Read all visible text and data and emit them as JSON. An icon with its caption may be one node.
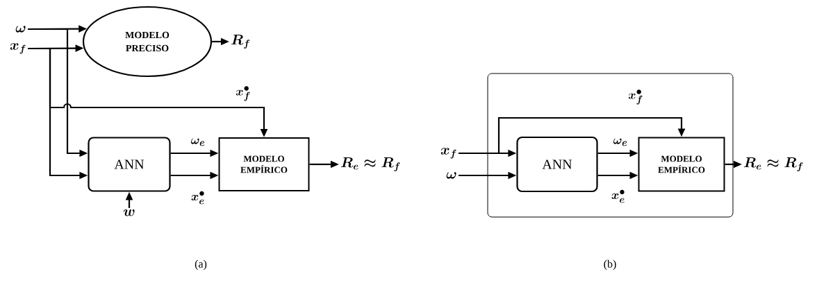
{
  "diagram": {
    "nodes": [
      {
        "text": [
          "\\omega"
        ]
      },
      {
        "text": [
          "x_f"
        ]
      },
      {
        "text": [
          "MODELO PRECISO"
        ]
      },
      {
        "text": [
          "R_f"
        ]
      },
      {
        "text": [
          "ANN"
        ]
      },
      {
        "text": [
          "MODELO EMPÍRICO"
        ]
      },
      {
        "text": [
          "R_e \\approx R_f"
        ]
      },
      {
        "text": [
          "w"
        ]
      },
      {
        "text": [],
        "shape": "box"
      },
      {
        "text": [
          "x_f"
        ]
      },
      {
        "text": [
          "\\omega"
        ]
      },
      {
        "text": [
          "ANN"
        ],
        "in": 8
      },
      {
        "text": [
          "MODELO EMPÍRICO"
        ],
        "in": 8
      },
      {
        "text": [
          "R_e \\approx R_f"
        ]
      }
    ],
    "edges": [
      {
        "from": 0,
        "to": 2,
        "arrow": "to"
      },
      {
        "from": 1,
        "to": 2,
        "arrow": "to"
      },
      {
        "from": 0,
        "to": 4,
        "arrow": "to"
      },
      {
        "from": 1,
        "to": 4,
        "arrow": "to"
      },
      {
        "from": 1,
        "to": 5,
        "arrow": "to",
        "label": "x_f^{\\bullet}"
      },
      {
        "from": 2,
        "to": 3,
        "arrow": "to"
      },
      {
        "from": 4,
        "to": 5,
        "arrow": "to",
        "label": "\\omega_e"
      },
      {
        "from": 4,
        "to": 5,
        "arrow": "to",
        "label": "x_e^{\\bullet}"
      },
      {
        "from": 5,
        "to": 6,
        "arrow": "to"
      },
      {
        "from": 7,
        "to": 4,
        "arrow": "to"
      },
      {
        "from": 9,
        "to": 11,
        "arrow": "to"
      },
      {
        "from": 10,
        "to": 11,
        "arrow": "to"
      },
      {
        "from": 9,
        "to": 12,
        "arrow": "to",
        "label": "x_f^{\\bullet}"
      },
      {
        "from": 11,
        "to": 12,
        "arrow": "to",
        "label": "\\omega_e"
      },
      {
        "from": 11,
        "to": 12,
        "arrow": "to",
        "label": "x_e^{\\bullet}"
      },
      {
        "from": 12,
        "to": 13,
        "arrow": "to"
      }
    ],
    "labels": [
      "(a)",
      "(b)"
    ]
  }
}
